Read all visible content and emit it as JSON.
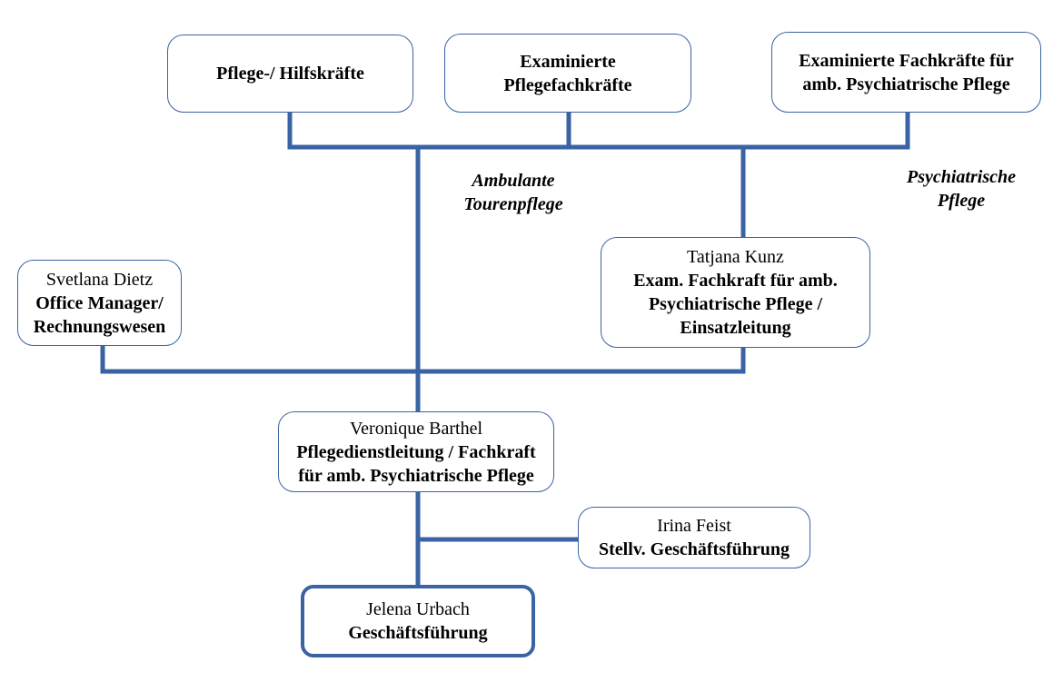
{
  "colors": {
    "line": "#3a63a3",
    "box_border": "#3a63a3",
    "text": "#000000"
  },
  "top_boxes": {
    "helpers": {
      "line1": "Pflege-/ Hilfskräfte"
    },
    "nurses": {
      "line1": "Examinierte",
      "line2": "Pflegefachkräfte"
    },
    "psych_nurses": {
      "line1": "Examinierte Fachkräfte für",
      "line2": "amb. Psychiatrische Pflege"
    }
  },
  "labels": {
    "ambulante": {
      "line1": "Ambulante",
      "line2": "Tourenpflege"
    },
    "psychiatrische": {
      "line1": "Psychiatrische",
      "line2": "Pflege"
    }
  },
  "people": {
    "dietz": {
      "name": "Svetlana Dietz",
      "role1": "Office Manager/",
      "role2": "Rechnungswesen"
    },
    "kunz": {
      "name": "Tatjana Kunz",
      "role1": "Exam. Fachkraft für amb.",
      "role2": "Psychiatrische Pflege /",
      "role3": "Einsatzleitung"
    },
    "barthel": {
      "name": "Veronique Barthel",
      "role1": "Pflegedienstleitung / Fachkraft",
      "role2": "für amb. Psychiatrische Pflege"
    },
    "feist": {
      "name": "Irina Feist",
      "role1": "Stellv. Geschäftsführung"
    },
    "urbach": {
      "name": "Jelena Urbach",
      "role1": "Geschäftsführung"
    }
  }
}
